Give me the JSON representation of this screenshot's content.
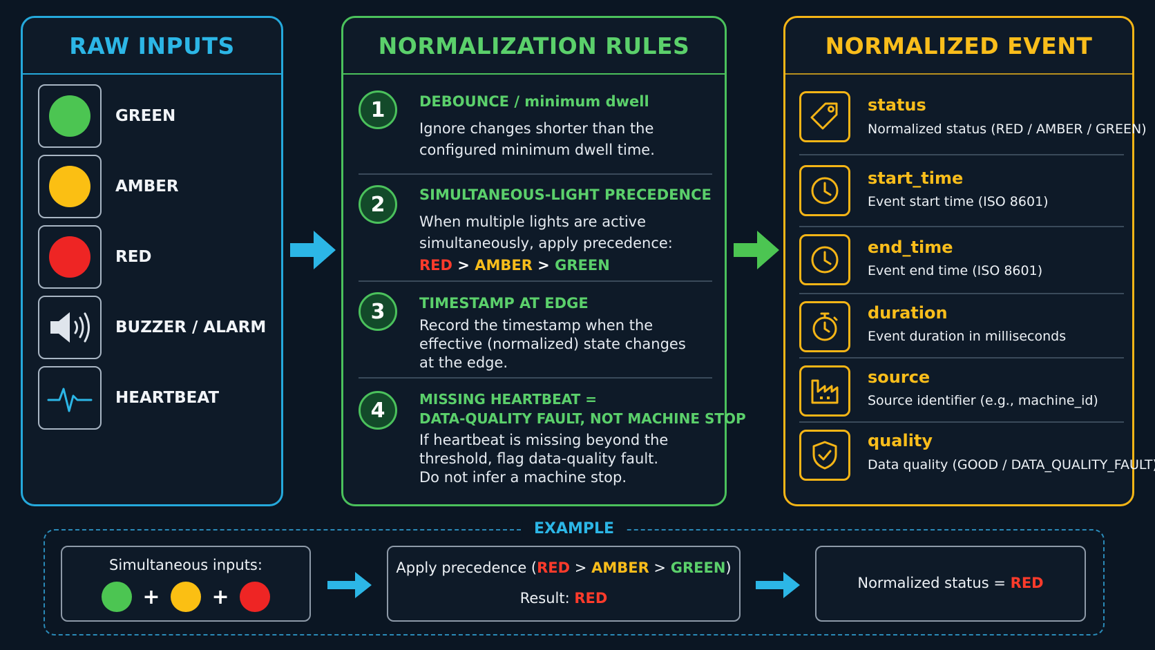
{
  "raw_inputs": {
    "title": "RAW INPUTS",
    "items": [
      {
        "label": "GREEN"
      },
      {
        "label": "AMBER"
      },
      {
        "label": "RED"
      },
      {
        "label": "BUZZER / ALARM"
      },
      {
        "label": "HEARTBEAT"
      }
    ]
  },
  "rules": {
    "title": "NORMALIZATION RULES",
    "items": [
      {
        "num": "1",
        "title": "DEBOUNCE / minimum dwell",
        "text_1": "Ignore changes shorter than the",
        "text_2": "configured minimum dwell time."
      },
      {
        "num": "2",
        "title": "SIMULTANEOUS-LIGHT PRECEDENCE",
        "text_1": "When multiple lights are active",
        "text_2": "simultaneously, apply precedence:",
        "p_red": "RED",
        "p_amber": "AMBER",
        "p_green": "GREEN",
        "gt": ">"
      },
      {
        "num": "3",
        "title": "TIMESTAMP AT EDGE",
        "text_1": "Record the timestamp when the",
        "text_2": "effective (normalized) state changes",
        "text_3": "at the edge."
      },
      {
        "num": "4",
        "title_1": "MISSING HEARTBEAT =",
        "title_2": "DATA-QUALITY FAULT, NOT MACHINE STOP",
        "text_1": "If heartbeat is missing beyond the",
        "text_2": "threshold, flag data-quality fault.",
        "text_3": "Do not infer a machine stop."
      }
    ]
  },
  "event": {
    "title": "NORMALIZED EVENT",
    "fields": [
      {
        "name": "status",
        "desc": "Normalized status (RED / AMBER / GREEN)",
        "icon": "tag-icon"
      },
      {
        "name": "start_time",
        "desc": "Event start time (ISO 8601)",
        "icon": "clock-icon"
      },
      {
        "name": "end_time",
        "desc": "Event end time (ISO 8601)",
        "icon": "clock-icon"
      },
      {
        "name": "duration",
        "desc": "Event duration in milliseconds",
        "icon": "stopwatch-icon"
      },
      {
        "name": "source",
        "desc": "Source identifier (e.g., machine_id)",
        "icon": "factory-icon"
      },
      {
        "name": "quality",
        "desc": "Data quality (GOOD / DATA_QUALITY_FAULT)",
        "icon": "shield-check-icon"
      }
    ]
  },
  "example": {
    "title": "EXAMPLE",
    "inputs_label": "Simultaneous inputs:",
    "plus": "+",
    "apply_prefix": "Apply precedence (",
    "p_red": "RED",
    "gt": ">",
    "p_amber": "AMBER",
    "p_green": "GREEN",
    "apply_suffix": ")",
    "result_label": "Result:",
    "result_value": "RED",
    "normalized_label": "Normalized status",
    "equals": "=",
    "normalized_value": "RED"
  },
  "colors": {
    "green": "#4cc552",
    "amber": "#fbbf13",
    "red": "#ee2524",
    "blue_accent": "#2cb6e6",
    "green_accent": "#5bd06b",
    "amber_accent": "#f9bd1b",
    "red_text": "#ff3b2b",
    "background": "#0b1623"
  }
}
